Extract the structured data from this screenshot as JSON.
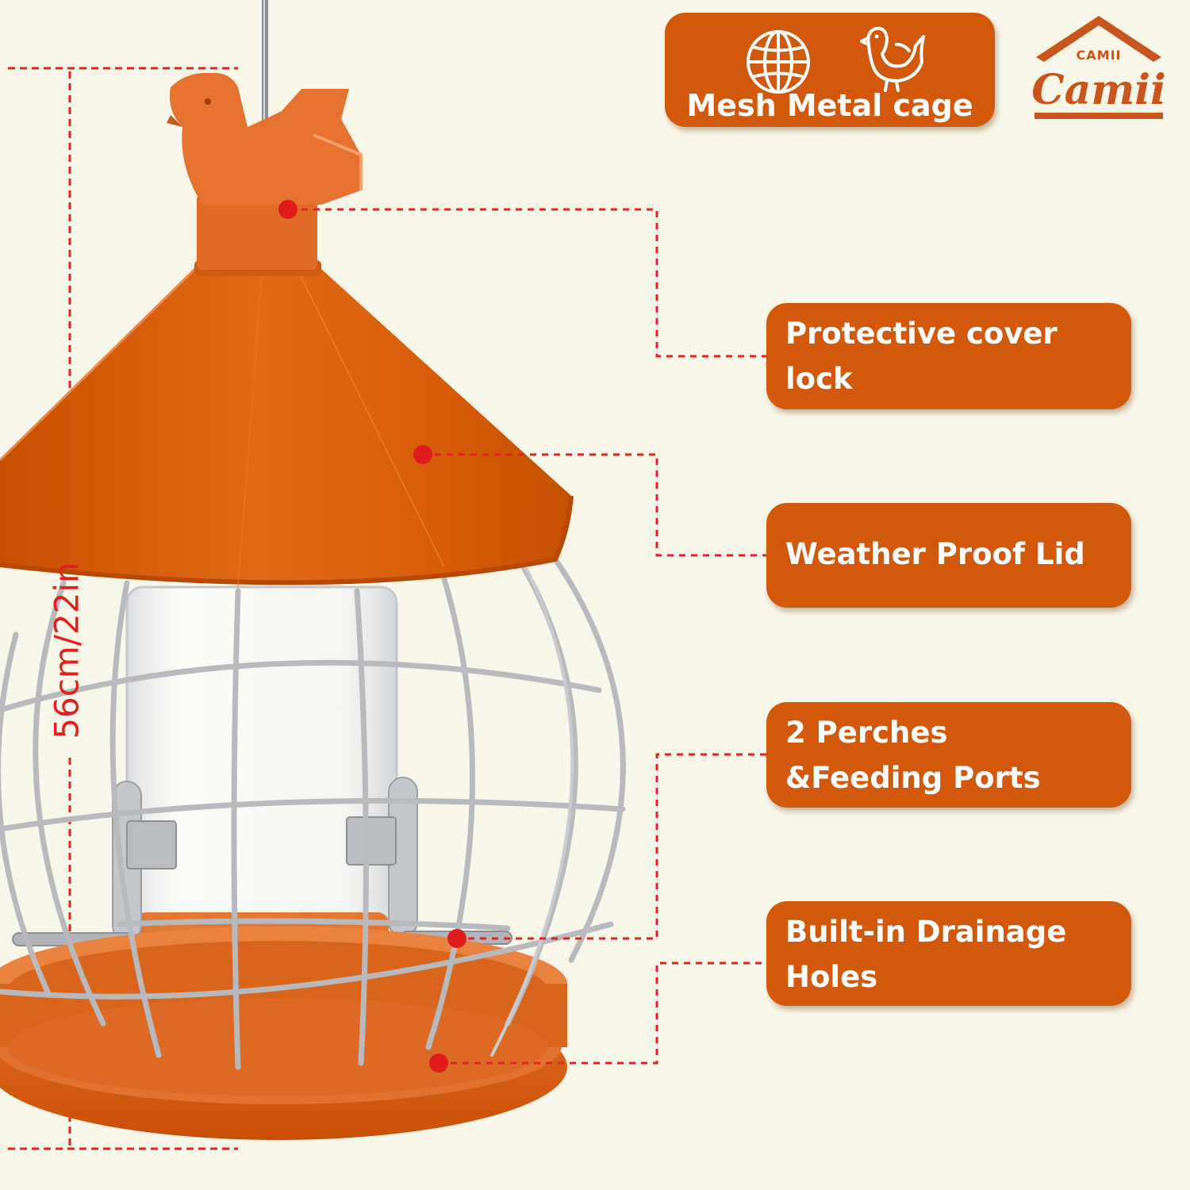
{
  "header_badge": {
    "label": "Mesh Metal cage",
    "icons": [
      "globe-mesh-icon",
      "bird-icon"
    ]
  },
  "brand": {
    "small": "CAMII",
    "name": "Camii"
  },
  "dimension": {
    "label": "56cm/22in"
  },
  "callouts": [
    {
      "lines": [
        "Protective cover",
        "lock"
      ]
    },
    {
      "lines": [
        "Weather Proof Lid"
      ]
    },
    {
      "lines": [
        "2 Perches",
        "&Feeding Ports"
      ]
    },
    {
      "lines": [
        "Built-in Drainage",
        "Holes"
      ]
    }
  ],
  "colors": {
    "background": "#f8f6e9",
    "accent": "#d2580c",
    "roof": "#d65a05",
    "cage_wire": "#b4b6ba",
    "marker": "#e01b1b"
  }
}
